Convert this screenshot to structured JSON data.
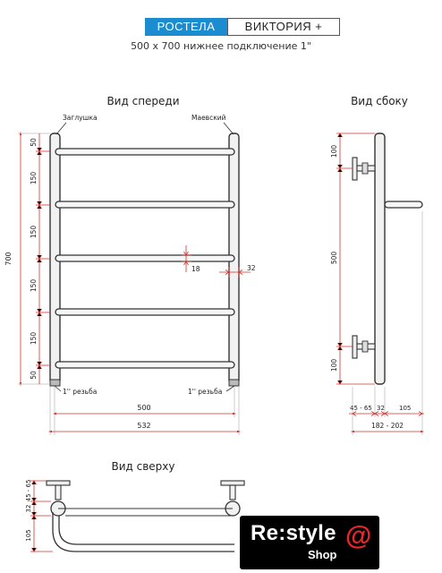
{
  "header": {
    "brand": "РОСТЕЛА",
    "model": "ВИКТОРИЯ +",
    "subtitle": "500 х 700 нижнее подключение 1\""
  },
  "views": {
    "front": "Вид спереди",
    "side": "Вид сбоку",
    "top": "Вид сверху"
  },
  "front": {
    "plug_label": "Заглушка",
    "valve_label": "Маевский",
    "thread_left": "1'' резьба",
    "thread_right": "1'' резьба",
    "height_total": "700",
    "segment_top": "50",
    "segment_1": "150",
    "segment_2": "150",
    "segment_3": "150",
    "segment_4": "150",
    "segment_bottom": "50",
    "bar_diameter": "18",
    "pipe_diameter": "32",
    "width_axis": "500",
    "width_total": "532"
  },
  "side": {
    "dim_top": "100",
    "dim_mid": "500",
    "dim_bottom": "100",
    "dim_offset": "45 - 65",
    "dim_pipe": "32",
    "dim_depth": "105",
    "dim_total": "182 - 202"
  },
  "top": {
    "dim_depth": "105",
    "dim_pipe": "32",
    "dim_offset": "45 - 65"
  },
  "logo": {
    "main": "Re:style",
    "shop": "Shop",
    "at": "@"
  }
}
